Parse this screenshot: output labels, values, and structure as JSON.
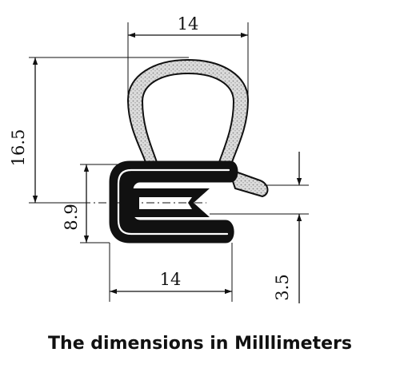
{
  "diagram": {
    "dimensions": {
      "top_width": "14",
      "overall_height": "16.5",
      "clip_height": "8.9",
      "bottom_width": "14",
      "lip_offset": "3.5"
    },
    "caption": "The dimensions in Milllimeters"
  },
  "colors": {
    "clip_fill": "#111111",
    "bulb_fill": "#d9d9d9",
    "line": "#111111"
  }
}
